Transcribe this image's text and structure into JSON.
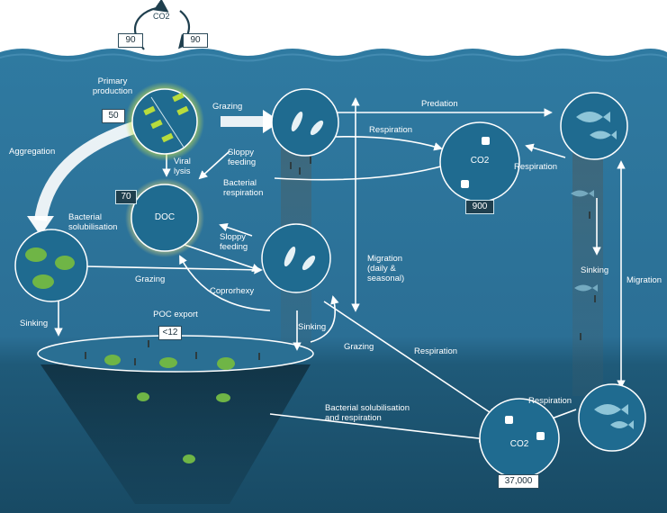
{
  "colors": {
    "sky": "#ffffff",
    "upper_ocean": "#2f7aa1",
    "deep_ocean": "#1b4e68",
    "circle_fill": "#1f6b90",
    "arrow": "#ffffff",
    "phyto_glow": "#c8e24a",
    "box_dark": "#1f3f4e"
  },
  "atmosphere": {
    "co2_label": "CO2",
    "flux_out": "90",
    "flux_in": "90"
  },
  "nodes": {
    "primary_production": {
      "label": "Primary production",
      "value": "50"
    },
    "doc": {
      "label": "DOC",
      "value": "70"
    },
    "co2_upper": {
      "label": "CO2",
      "value": "900"
    },
    "co2_deep": {
      "label": "CO2",
      "value": "37,000"
    },
    "poc_export": {
      "label": "POC export",
      "value": "<12"
    }
  },
  "arrow_labels": {
    "grazing_top": "Grazing",
    "predation": "Predation",
    "respiration_zoo": "Respiration",
    "respiration_fish": "Respiration",
    "aggregation": "Aggregation",
    "viral_lysis": "Viral lysis",
    "sloppy_feeding_1": "Sloppy feeding",
    "bacterial_respiration": "Bacterial respiration",
    "bacterial_solubilisation": "Bacterial solubilisation",
    "sloppy_feeding_2": "Sloppy feeding",
    "grazing_mid": "Grazing",
    "coprorhexy": "Coprorhexy",
    "migration_daily": "Migration (daily & seasonal)",
    "sinking_left": "Sinking",
    "sinking_mid": "Sinking",
    "grazing_low": "Grazing",
    "respiration_deep": "Respiration",
    "sinking_right": "Sinking",
    "migration_right": "Migration",
    "respiration_deep_fish": "Respiration",
    "bacterial_solubilisation_respiration": "Bacterial solubilisation and respiration"
  },
  "icons": [
    "phytoplankton-icon",
    "zooplankton-icon",
    "fish-icon",
    "aggregate-icon",
    "fecal-pellet-icon"
  ]
}
